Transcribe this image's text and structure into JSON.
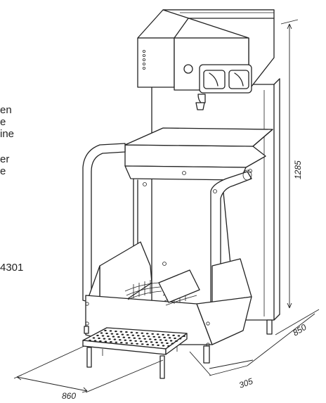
{
  "side_text": {
    "line1": "en",
    "line2": "e",
    "line3": "ine",
    "line4": "er",
    "line5": "e",
    "line6": "4301"
  },
  "dimensions": {
    "width": "860",
    "depth": "850",
    "step_depth": "305",
    "height": "1285"
  }
}
